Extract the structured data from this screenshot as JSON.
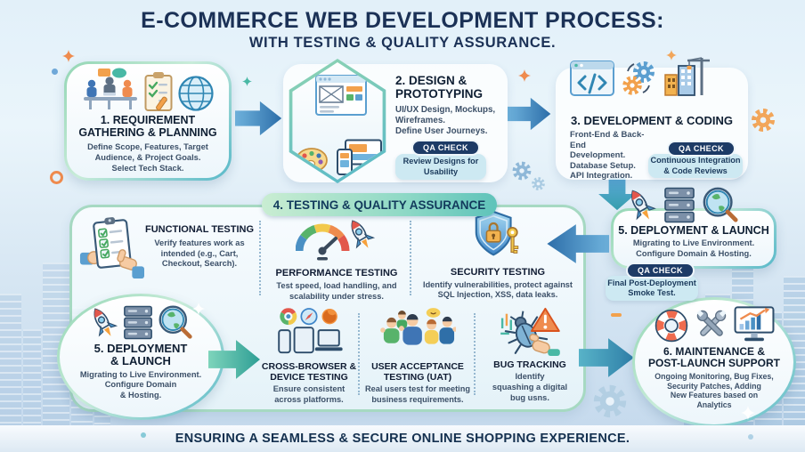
{
  "title": {
    "line1": "E-COMMERCE WEB DEVELOPMENT PROCESS:",
    "line2": "WITH TESTING & QUALITY ASSURANCE."
  },
  "steps": {
    "s1": {
      "heading": "1. REQUIREMENT\nGATHERING & PLANNING",
      "body": "Define Scope, Features, Target\nAudience, & Project Goals.\nSelect Tech Stack.",
      "icons": [
        "team-meeting-icon",
        "checklist-icon",
        "globe-icon"
      ]
    },
    "s2": {
      "heading": "2. DESIGN &\nPROTOTYPING",
      "body": "UI/UX Design, Mockups,\nWireframes.\nDefine User Journeys.",
      "qa_label": "QA CHECK",
      "qa_note": "Review Designs for\nUsability",
      "icons": [
        "wireframe-icon",
        "palette-icon",
        "devices-icon"
      ]
    },
    "s3": {
      "heading": "3. DEVELOPMENT & CODING",
      "body": "Front-End & Back-End\nDevelopment.\nDatabase Setup.\nAPI Integration.",
      "qa_label": "QA CHECK",
      "qa_note": "Continuous Integration\n& Code Reviews",
      "icons": [
        "code-window-icon",
        "gears-icon",
        "construction-crane-icon"
      ]
    },
    "s4": {
      "heading": "4. TESTING & QUALITY ASSURANCE"
    },
    "s5r": {
      "heading": "5. DEPLOYMENT & LAUNCH",
      "body": "Migrating to Live Environment.\nConfigure Domain & Hosting.",
      "qa_label": "QA CHECK",
      "qa_note": "Final Post-Deployment\nSmoke Test.",
      "icons": [
        "rocket-icon",
        "server-icon",
        "globe-search-icon"
      ]
    },
    "s5l": {
      "heading": "5. DEPLOYMENT\n& LAUNCH",
      "body": "Migrating to Live Environment.\nConfigure Domain\n& Hosting.",
      "icons": [
        "rocket-icon",
        "server-icon",
        "globe-search-icon"
      ]
    },
    "s6": {
      "heading": "6. MAINTENANCE &\nPOST-LAUNCH SUPPORT",
      "body": "Ongoing Monitoring, Bug Fixes,\nSecurity Patches, Adding\nNew Features based on\nAnalytics",
      "icons": [
        "lifebuoy-icon",
        "crossed-wrenches-icon",
        "analytics-monitor-icon"
      ]
    }
  },
  "tests": {
    "functional": {
      "heading": "FUNCTIONAL TESTING",
      "body": "Verify features work as\nintended (e.g., Cart,\nCheckout, Search)."
    },
    "performance": {
      "heading": "PERFORMANCE TESTING",
      "body": "Test speed, load handling, and\nscalability under stress."
    },
    "security": {
      "heading": "SECURITY TESTING",
      "body": "Identify vulnerabilities, protect against\nSQL Injection, XSS, data leaks."
    },
    "cross": {
      "heading": "CROSS-BROWSER &\nDEVICE TESTING",
      "body": "Ensure consistent\nacross platforms."
    },
    "uat": {
      "heading": "USER ACCEPTANCE\nTESTING (UAT)",
      "body": "Real users test for meeting\nbusiness requirements."
    },
    "bug": {
      "heading": "BUG TRACKING",
      "body": "Identify\nsquashing a digital\nbug usns."
    }
  },
  "footer": {
    "text": "ENSURING A SEAMLESS & SECURE ONLINE SHOPPING EXPERIENCE."
  },
  "icons": [
    "team-meeting-icon",
    "checklist-icon",
    "globe-icon",
    "wireframe-icon",
    "palette-icon",
    "devices-icon",
    "code-window-icon",
    "gears-icon",
    "construction-crane-icon",
    "rocket-icon",
    "server-icon",
    "globe-search-icon",
    "clipboard-check-icon",
    "gauge-icon",
    "shield-lock-key-icon",
    "chrome-icon",
    "safari-icon",
    "firefox-icon",
    "device-set-icon",
    "user-group-icon",
    "bug-squash-icon",
    "warning-icon",
    "lifebuoy-icon",
    "crossed-wrenches-icon",
    "analytics-monitor-icon",
    "flow-arrow"
  ],
  "colors": {
    "background": "#d8e8f4",
    "title": "#1b3156",
    "heading": "#0f1f33",
    "body": "#3c5068",
    "qa_pill_bg": "#1d3b66",
    "qa_pill_text": "#ffffff",
    "qa_note_bg": "#cde9f2",
    "box_border_green": "#93d6b4",
    "box_border_teal": "#57b8c9",
    "panel_border": "#a6d9c2",
    "arrow_blue": "#3f86c0",
    "arrow_teal": "#3aa89f",
    "testing_pill_bg": "#8fd9c6",
    "footer_text": "#14304f"
  }
}
